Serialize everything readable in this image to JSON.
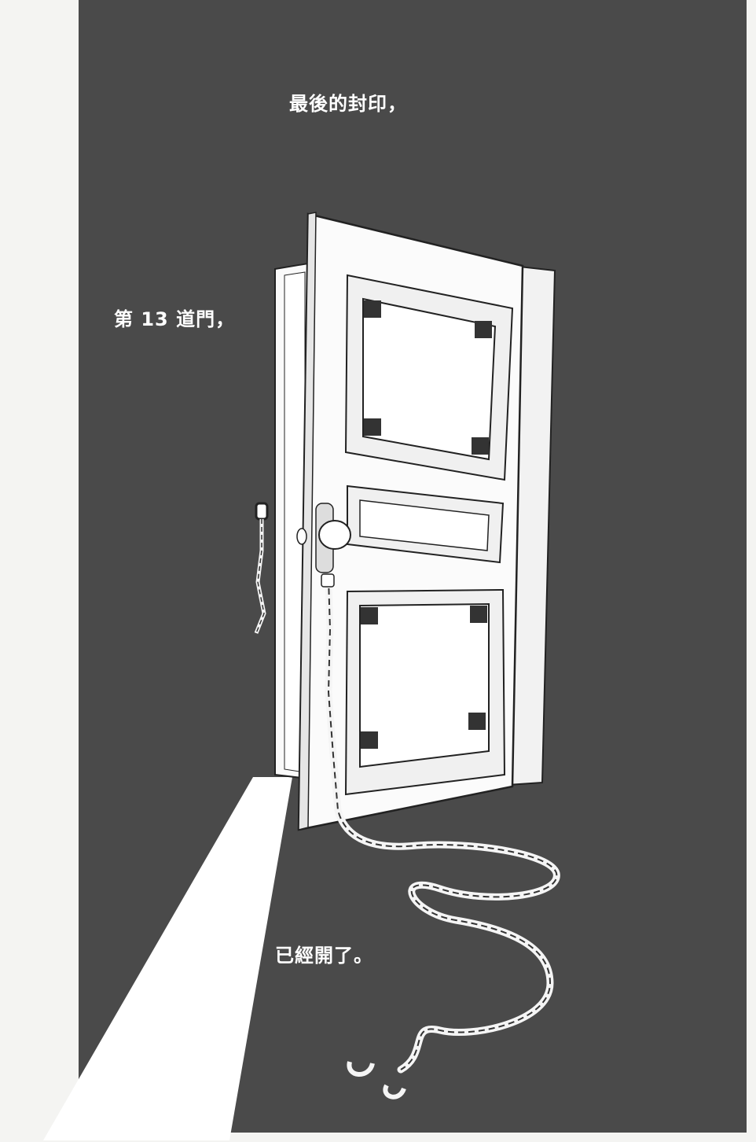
{
  "captions": {
    "line1": "最後的封印，",
    "line2": "第 13 道門，",
    "line3": "已經開了。"
  },
  "colors": {
    "background": "#4a4a4a",
    "paper": "#f4f4f2",
    "text": "#ffffff",
    "ink": "#222222"
  }
}
